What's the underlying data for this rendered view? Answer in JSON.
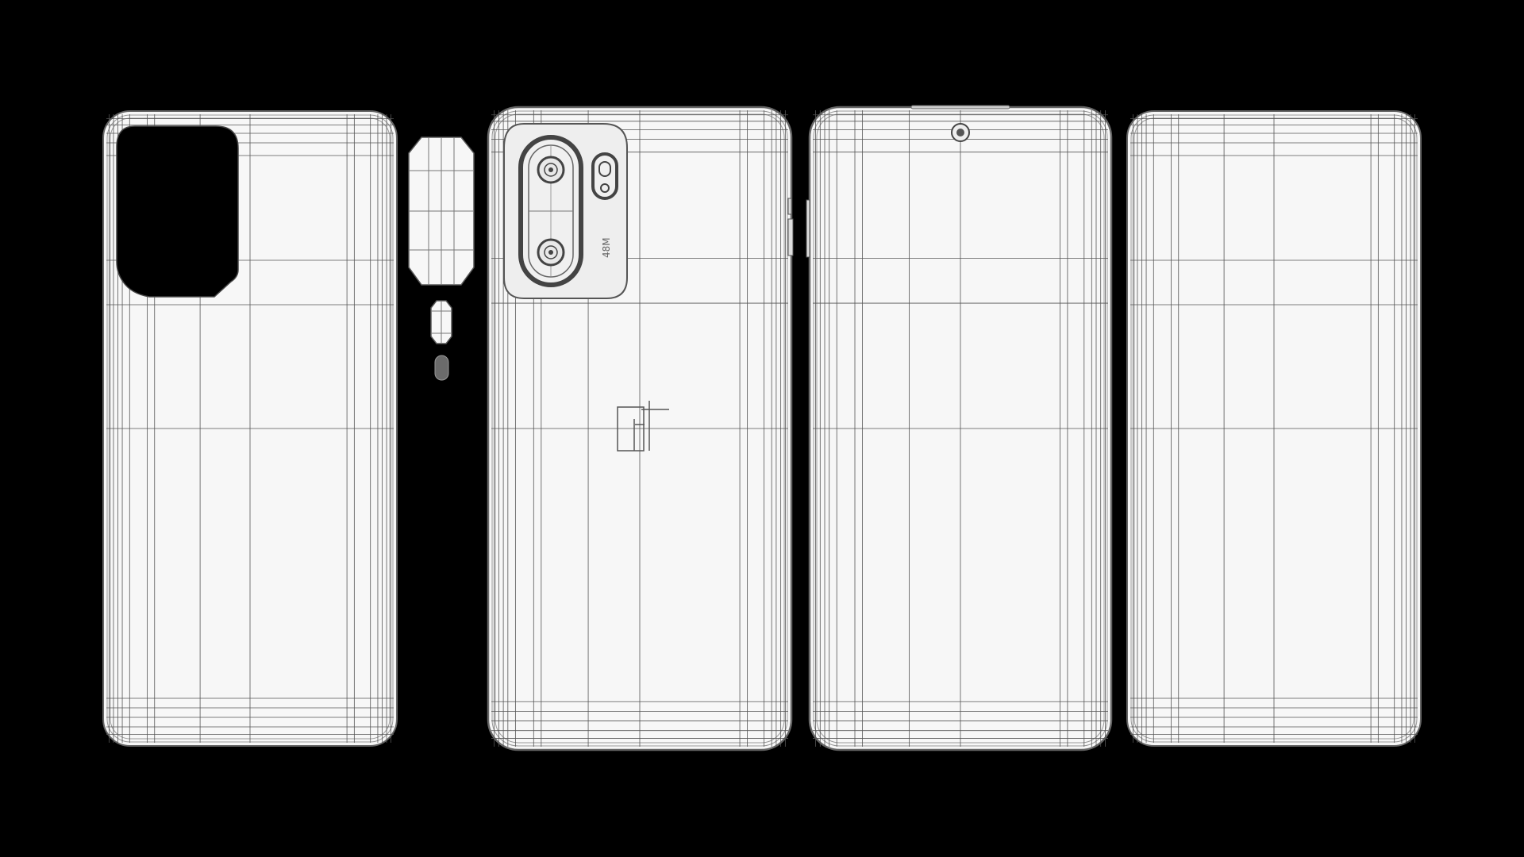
{
  "scene": {
    "background": "#000000",
    "surface_color": "#f7f7f7",
    "wire_color": "#555555",
    "views": [
      {
        "id": "back-shell",
        "kind": "back cover with camera cutout"
      },
      {
        "id": "camera-lens-parts",
        "kind": "separate lens/flash components"
      },
      {
        "id": "back-with-camera",
        "kind": "phone back with camera module and logo"
      },
      {
        "id": "front-display",
        "kind": "phone front with punch-hole camera"
      },
      {
        "id": "front-glass",
        "kind": "front glass panel"
      }
    ]
  },
  "camera_module": {
    "lens_count": 2,
    "flash_count": 1,
    "label_glyphs": "48M"
  }
}
